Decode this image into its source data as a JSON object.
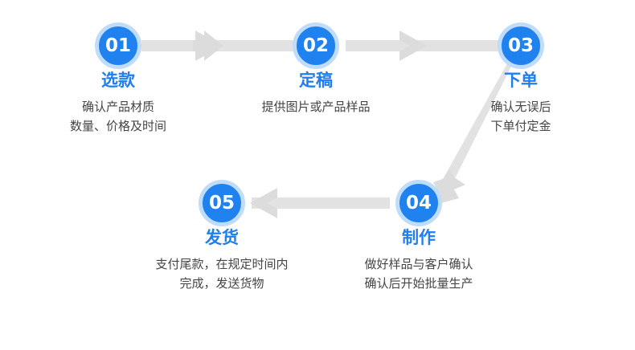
{
  "diagram": {
    "title_hidden": "",
    "background_color": "#ffffff",
    "accent_color": "#1f82ef",
    "ring_color": "#bfdcfb",
    "title_color": "#1f7ff0",
    "desc_color": "#454545",
    "connector_color": "#e0e0e0"
  },
  "steps": [
    {
      "number": "01",
      "title": "选款",
      "desc_lines": [
        "确认产品材质",
        "数量、价格及时间"
      ]
    },
    {
      "number": "02",
      "title": "定稿",
      "desc_lines": [
        "提供图片或产品样品"
      ]
    },
    {
      "number": "03",
      "title": "下单",
      "desc_lines": [
        "确认无误后",
        "下单付定金"
      ]
    },
    {
      "number": "04",
      "title": "制作",
      "desc_lines": [
        "做好样品与客户确认",
        "确认后开始批量生产"
      ]
    },
    {
      "number": "05",
      "title": "发货",
      "desc_lines": [
        "支付尾款，在规定时间内",
        "完成，发送货物"
      ]
    }
  ],
  "connectors": [
    {
      "from": "01",
      "to": "02",
      "direction": "right"
    },
    {
      "from": "02",
      "to": "03",
      "direction": "right"
    },
    {
      "from": "03",
      "to": "04",
      "direction": "down-left"
    },
    {
      "from": "04",
      "to": "05",
      "direction": "left"
    }
  ]
}
